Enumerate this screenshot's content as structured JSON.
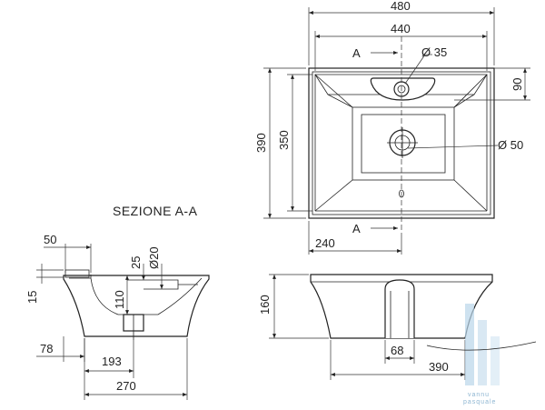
{
  "section_title": "SEZIONE A-A",
  "top_view": {
    "width_outer": "480",
    "width_inner": "440",
    "height_outer": "390",
    "height_inner": "350",
    "overflow_dia": "Ø 35",
    "overflow_offset": "90",
    "drain_dia": "Ø 50",
    "drain_offset": "240",
    "section_mark_top": "A",
    "section_mark_bottom": "A"
  },
  "section_view": {
    "rim": "50",
    "rim_thickness": "15",
    "overflow_height": "25",
    "overflow_dia": "Ø20",
    "depth": "110",
    "base_offset": "78",
    "drain_position": "193",
    "total_width": "270"
  },
  "front_view": {
    "height": "160",
    "drain_width": "68",
    "base_width": "390"
  },
  "watermark": {
    "line1": "vannu",
    "line2": "pasquale"
  },
  "colors": {
    "line": "#222222",
    "watermark": "#b9d6ea"
  }
}
